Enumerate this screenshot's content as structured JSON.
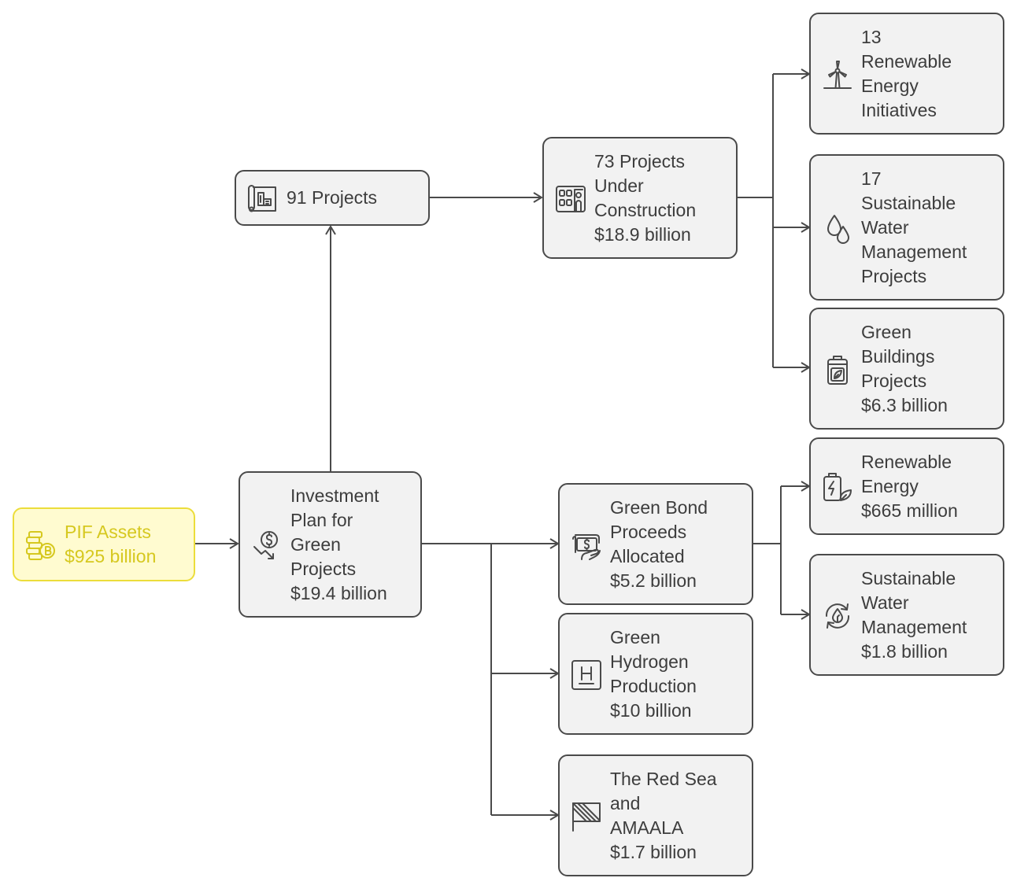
{
  "colors": {
    "node_fill": "#f2f2f2",
    "node_border": "#4a4a4a",
    "connector": "#4a4a4a",
    "text": "#3d3d3d",
    "highlight_fill": "#fffbd0",
    "highlight_border": "#ecdd3b",
    "highlight_text": "#d6c81f"
  },
  "nodes": {
    "pif_assets": {
      "text": "PIF Assets\n$925 billion",
      "icon": "coins-icon"
    },
    "investment_plan": {
      "text": "Investment\nPlan for\nGreen\nProjects\n$19.4 billion",
      "icon": "dollar-down-arrow-icon"
    },
    "projects_91": {
      "text": "91 Projects",
      "icon": "blueprint-icon"
    },
    "under_construction": {
      "text": "73 Projects\nUnder\nConstruction\n$18.9 billion",
      "icon": "buildings-icon"
    },
    "renewable_initiatives": {
      "text": "13\nRenewable\nEnergy\nInitiatives",
      "icon": "wind-turbine-icon"
    },
    "sustainable_water_projects": {
      "text": "17\nSustainable\nWater\nManagement\nProjects",
      "icon": "water-drops-icon"
    },
    "green_buildings": {
      "text": "Green\nBuildings\nProjects\n$6.3 billion",
      "icon": "eco-battery-icon"
    },
    "green_bond": {
      "text": "Green Bond\nProceeds\nAllocated\n$5.2 billion",
      "icon": "money-hand-icon"
    },
    "renewable_energy": {
      "text": "Renewable\nEnergy\n $665 million",
      "icon": "battery-leaf-icon"
    },
    "sustainable_water": {
      "text": "Sustainable\nWater\nManagement\n$1.8 billion",
      "icon": "water-cycle-icon"
    },
    "green_hydrogen": {
      "text": "Green\nHydrogen\nProduction\n$10 billion",
      "icon": "hydrogen-icon"
    },
    "red_sea": {
      "text": "The Red Sea\nand\nAMAALA\n$1.7 billion",
      "icon": "flag-icon"
    }
  }
}
